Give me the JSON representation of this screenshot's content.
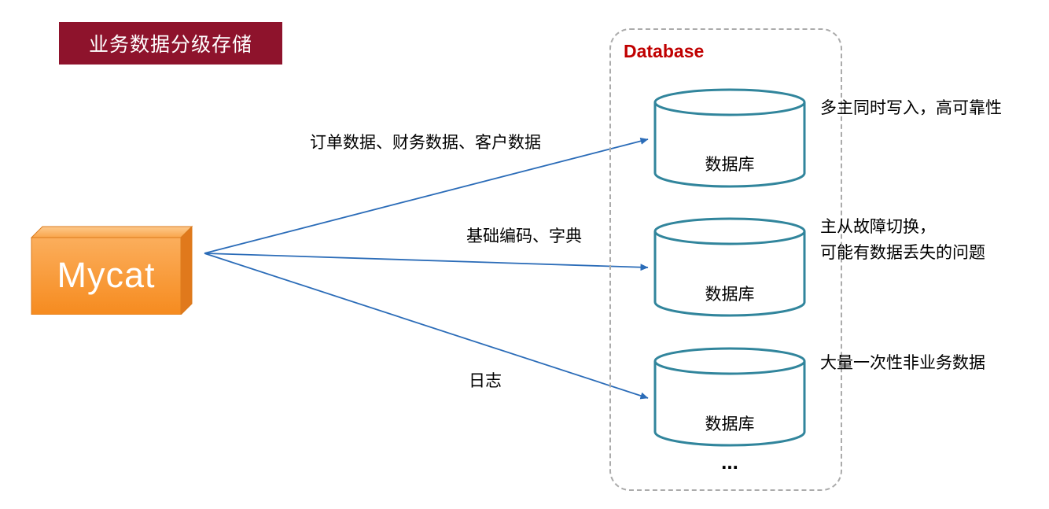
{
  "title_badge": {
    "text": "业务数据分级存储"
  },
  "mycat": {
    "label": "Mycat"
  },
  "database_group": {
    "title": "Database",
    "ellipsis": "..."
  },
  "connections": [
    {
      "arrow_label": "订单数据、财务数据、客户数据",
      "db_label": "数据库",
      "annotation": "多主同时写入，高可靠性"
    },
    {
      "arrow_label": "基础编码、字典",
      "db_label": "数据库",
      "annotation": "主从故障切换，\n可能有数据丢失的问题"
    },
    {
      "arrow_label": "日志",
      "db_label": "数据库",
      "annotation": "大量一次性非业务数据"
    }
  ],
  "colors": {
    "badge_bg": "#8e132c",
    "database_title": "#c00000",
    "cylinder_stroke": "#31859c",
    "arrow": "#2b6cb8",
    "box_front_top": "#fbae5c",
    "box_front_bottom": "#f68b1f",
    "box_side": "#e0791c",
    "dashed_border": "#ababab"
  }
}
